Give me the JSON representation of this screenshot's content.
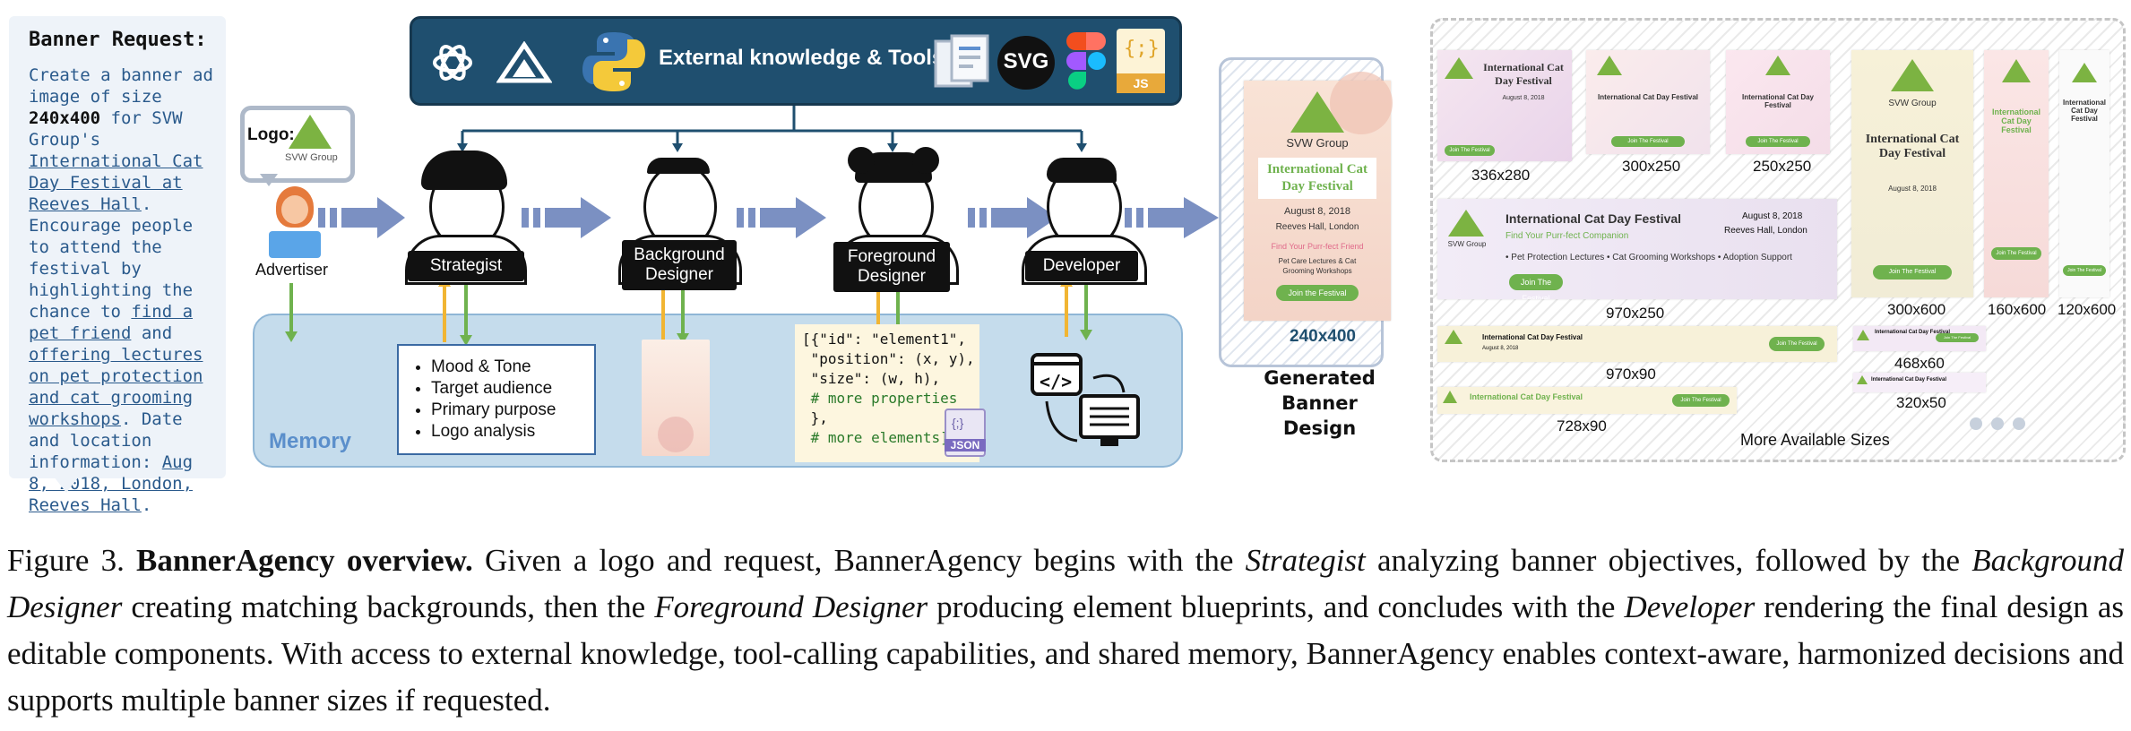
{
  "request": {
    "title": "Banner Request:",
    "text_1": "Create a banner ad image of size ",
    "size": "240x400",
    "text_2": " for SVW Group's ",
    "link_1": "International Cat Day Festival at Reeves Hall",
    "text_3": ". Encourage people to attend the festival by highlighting the chance to ",
    "link_2": "find a pet friend",
    "text_4": " and ",
    "link_3": "offering lectures on pet protection and cat grooming workshops",
    "text_5": ". Date and location information: ",
    "link_4": "Aug 8, 2018, London, Reeves Hall",
    "text_6": "."
  },
  "logo": {
    "label": "Logo:",
    "name": "SVW Group"
  },
  "advertiser": "Advertiser",
  "tools": {
    "label": "External knowledge & Tools",
    "svg_badge": "SVG",
    "js_badge": "JS",
    "js_glyph": "{;}"
  },
  "agents": {
    "strategist": "Strategist",
    "background_designer": "Background Designer",
    "foreground_designer": "Foreground Designer",
    "developer": "Developer"
  },
  "memory": {
    "label": "Memory",
    "strategy_items": [
      "Mood & Tone",
      "Target audience",
      "Primary purpose",
      "Logo analysis"
    ],
    "code_lines": [
      "[{\"id\": \"element1\",",
      " \"position\": (x, y),",
      " \"size\": (w, h),",
      " # more properties",
      " },",
      " # more elements]"
    ],
    "json_badge": "JSON",
    "json_glyph": "{;}"
  },
  "generated": {
    "brand": "SVW Group",
    "title": "International Cat Day Festival",
    "date": "August 8, 2018",
    "place": "Reeves Hall, London",
    "tagline": "Find Your Purr-fect Friend",
    "detail": "Pet Care Lectures & Cat Grooming Workshops",
    "button": "Join the Festival",
    "size": "240x400",
    "caption": "Generated Banner Design"
  },
  "sizes": {
    "labels": [
      "336x280",
      "300x250",
      "250x250",
      "300x600",
      "160x600",
      "120x600",
      "970x250",
      "970x90",
      "468x60",
      "728x90",
      "320x50"
    ],
    "more": "More Available Sizes",
    "brand": "SVW Group",
    "title": "International Cat Day Festival",
    "date": "August 8, 2018",
    "place": "Reeves Hall, London",
    "companion": "Find Your Purr-fect Companion",
    "features": "• Pet Protection Lectures • Cat Grooming Workshops • Adoption Support",
    "button": "Join The Festival"
  },
  "caption": {
    "prefix": "Figure 3. ",
    "bold": "BannerAgency overview.",
    "t1": " Given a logo and request, BannerAgency begins with the ",
    "i1": "Strategist",
    "t2": " analyzing banner objectives, followed by the ",
    "i2": "Background Designer",
    "t3": " creating matching backgrounds, then the ",
    "i3": "Foreground Designer",
    "t4": " producing element blueprints, and concludes with the ",
    "i4": "Developer",
    "t5": " rendering the final design as editable components. With access to external knowledge, tool-calling capabilities, and shared memory, BannerAgency enables context-aware, harmonized decisions and supports multiple banner sizes if requested."
  },
  "colors": {
    "accent_green": "#6fb24e",
    "tools_bar": "#1f4f6f",
    "memory": "#c5dcec",
    "arrow": "#7b90c2"
  }
}
